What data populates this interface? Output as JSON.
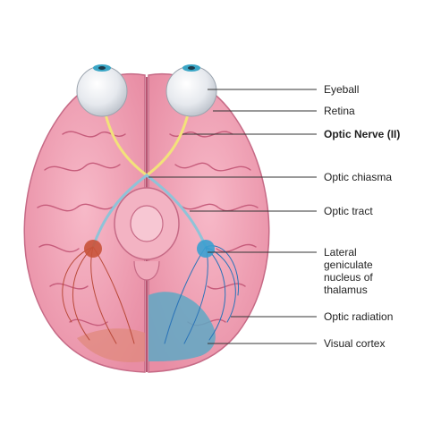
{
  "labels": {
    "eyeball": "Eyeball",
    "retina": "Retina",
    "optic_nerve": "Optic Nerve (II)",
    "optic_chiasma": "Optic chiasma",
    "optic_tract": "Optic tract",
    "lgn_line1": "Lateral",
    "lgn_line2": "geniculate",
    "lgn_line3": "nucleus of",
    "lgn_line4": "thalamus",
    "optic_radiation": "Optic radiation",
    "visual_cortex": "Visual cortex"
  },
  "colors": {
    "brain": "#f0a3b6",
    "brain_dark": "#d97a94",
    "gyri_line": "#c25a78",
    "nerve_yellow": "#f2e27a",
    "tract_blue": "#8fc3d8",
    "cortex_blue": "#5fa8c4",
    "cortex_red": "#e0897e",
    "lgn_red": "#c8533a",
    "lgn_blue": "#3aa0d0",
    "leader_line": "#333333"
  }
}
